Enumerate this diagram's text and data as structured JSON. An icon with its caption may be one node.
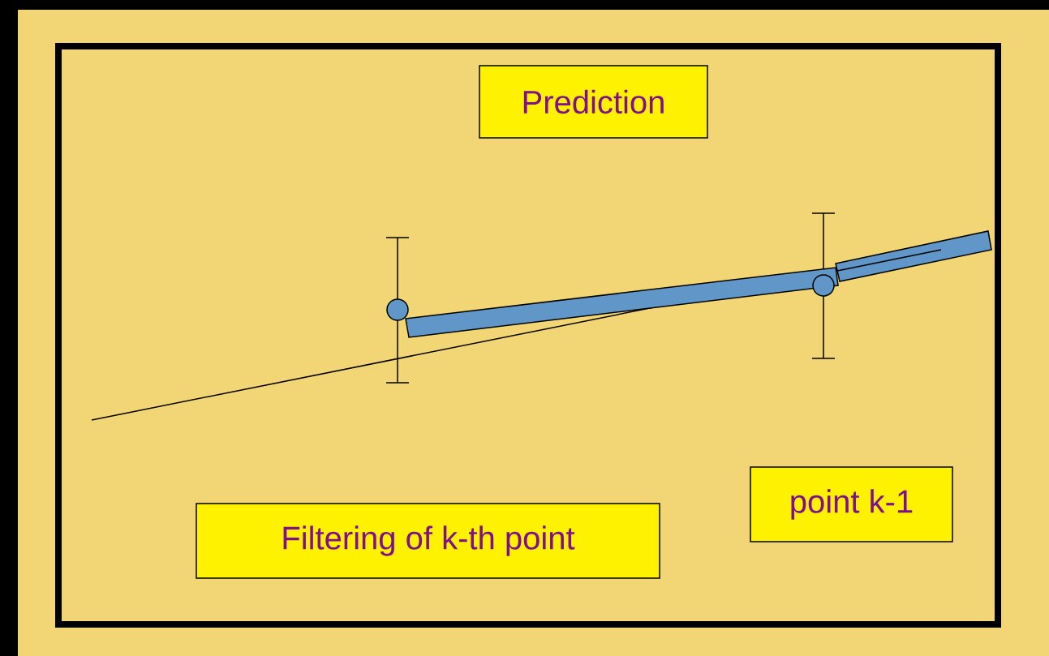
{
  "diagram": {
    "nodes": [
      {
        "text": [
          "Prediction"
        ]
      },
      {
        "text": [
          "point k-1"
        ]
      },
      {
        "text": [
          "Filtering  of k-th point"
        ]
      }
    ]
  }
}
